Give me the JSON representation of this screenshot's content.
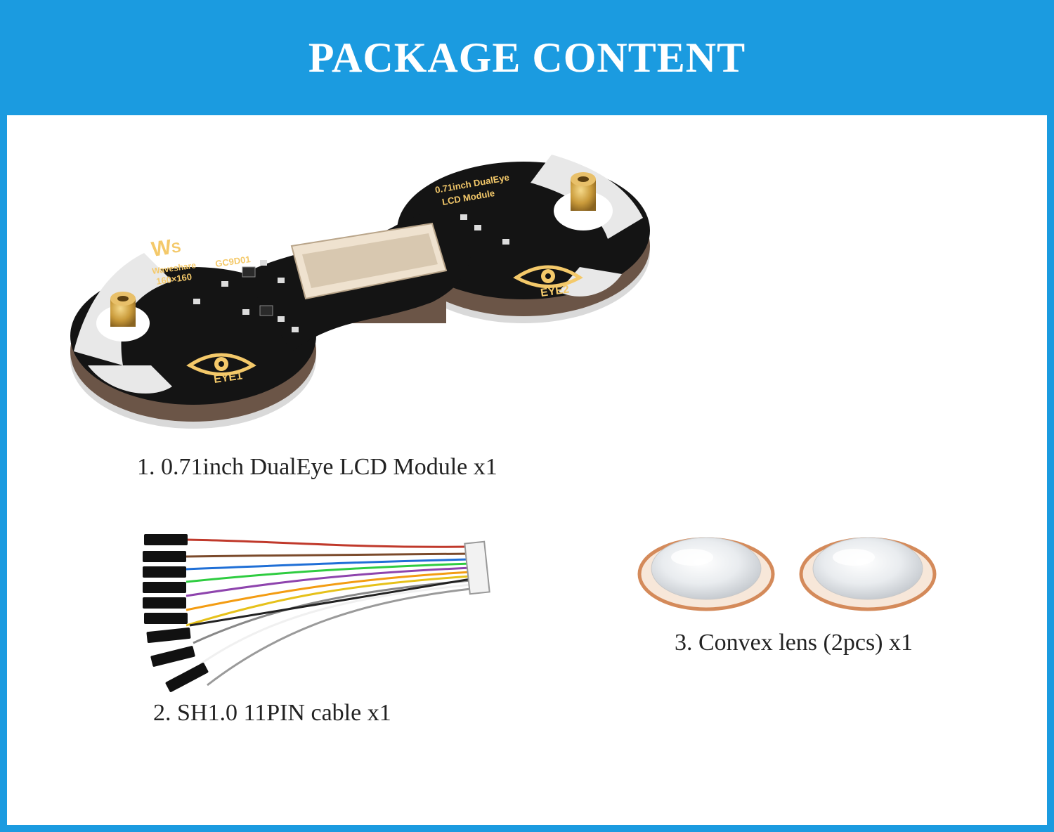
{
  "header": {
    "title": "PACKAGE CONTENT"
  },
  "items": [
    {
      "caption": "1. 0.71inch DualEye LCD Module x1"
    },
    {
      "caption": "2. SH1.0 11PIN cable x1"
    },
    {
      "caption": "3. Convex lens (2pcs) x1"
    }
  ],
  "board": {
    "brand": "Waveshare",
    "resolution": "160×160",
    "chip": "GC9D01",
    "title_line1": "0.71inch DualEye",
    "title_line2": "LCD Module",
    "eye1": "EYE1",
    "eye2": "EYE2"
  },
  "colors": {
    "accent": "#1b9be0",
    "board": "#141414",
    "silkscreen": "#f4c96a",
    "brass": "#c99a3a",
    "copper": "#d48a5a"
  },
  "icons": [
    "waveshare-logo-icon",
    "eye-icon"
  ]
}
